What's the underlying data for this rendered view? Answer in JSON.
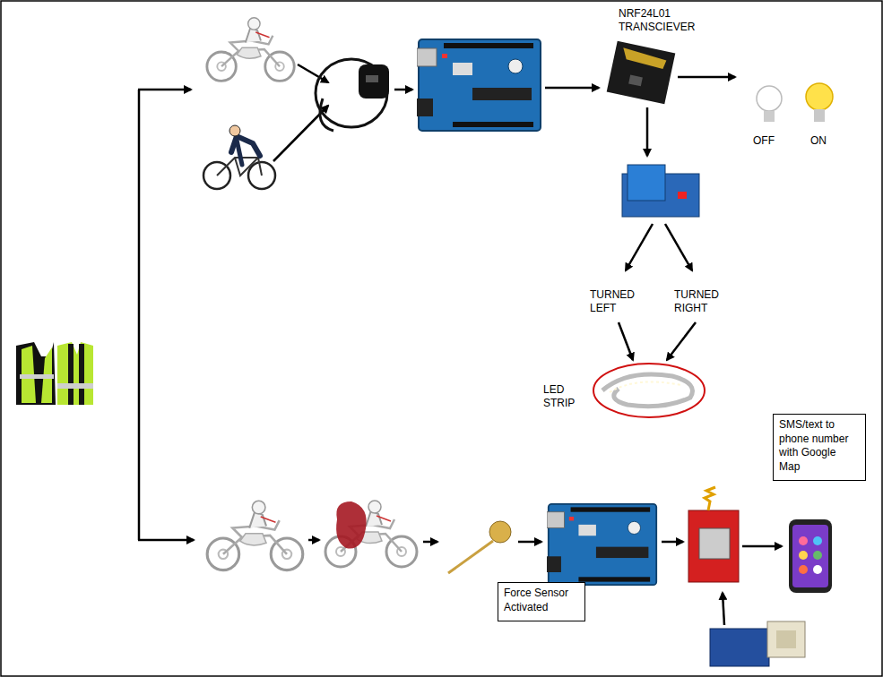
{
  "diagram": {
    "nodes": [
      {
        "text": [
          "Force Sensor Activated"
        ]
      },
      {
        "text": [
          "SMS/text to phone number with Google Map"
        ]
      }
    ],
    "labels": [
      "NRF24L01 TRANSCIEVER",
      "OFF",
      "ON",
      "TURNED LEFT",
      "TURNED RIGHT",
      "LED STRIP"
    ]
  }
}
